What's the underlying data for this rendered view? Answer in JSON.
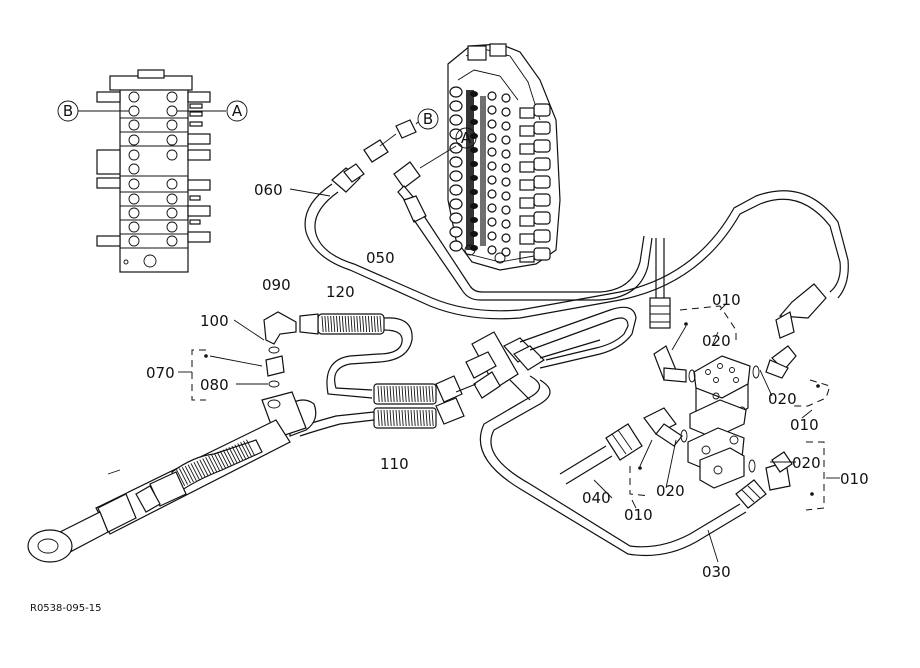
{
  "callouts": {
    "a": "A",
    "b": "B"
  },
  "part_labels": [
    {
      "id": "p060",
      "text": "060"
    },
    {
      "id": "p050",
      "text": "050"
    },
    {
      "id": "p090",
      "text": "090"
    },
    {
      "id": "p120",
      "text": "120"
    },
    {
      "id": "p100",
      "text": "100"
    },
    {
      "id": "p070",
      "text": "070"
    },
    {
      "id": "p080",
      "text": "080"
    },
    {
      "id": "p110",
      "text": "110"
    },
    {
      "id": "p010a",
      "text": "010"
    },
    {
      "id": "p020a",
      "text": "020"
    },
    {
      "id": "p020b",
      "text": "020"
    },
    {
      "id": "p010b",
      "text": "010"
    },
    {
      "id": "p020c",
      "text": "020"
    },
    {
      "id": "p010c",
      "text": "010"
    },
    {
      "id": "p040",
      "text": "040"
    },
    {
      "id": "p020d",
      "text": "020"
    },
    {
      "id": "p010d",
      "text": "010"
    },
    {
      "id": "p030",
      "text": "030"
    }
  ],
  "drawing_number": "R0538-095-15"
}
